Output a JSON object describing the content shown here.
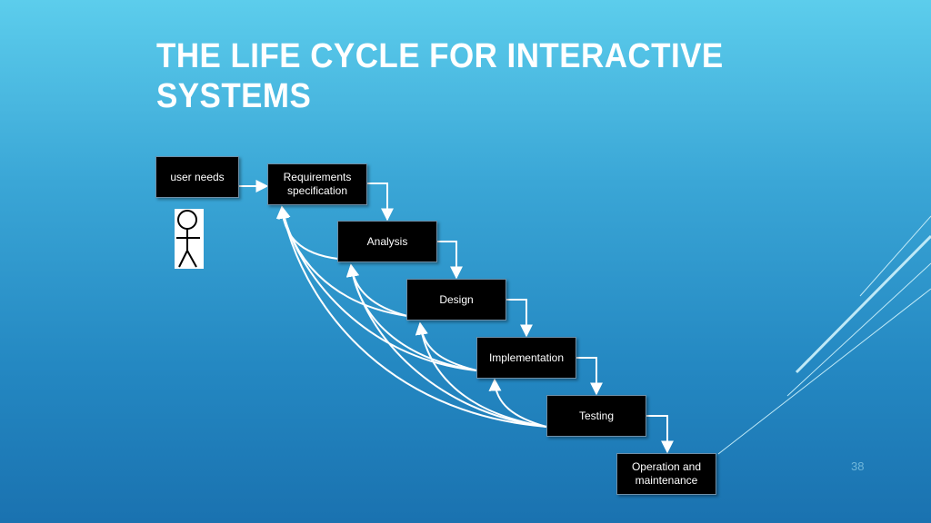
{
  "slide": {
    "title_line1": "THE LIFE CYCLE FOR INTERACTIVE",
    "title_line2": "SYSTEMS",
    "page_number": "38"
  },
  "diagram": {
    "user_needs": "user needs",
    "stages": [
      {
        "line1": "Requirements",
        "line2": "specification"
      },
      {
        "line1": "Analysis",
        "line2": ""
      },
      {
        "line1": "Design",
        "line2": ""
      },
      {
        "line1": "Implementation",
        "line2": ""
      },
      {
        "line1": "Testing",
        "line2": ""
      },
      {
        "line1": "Operation and",
        "line2": "maintenance"
      }
    ]
  },
  "colors": {
    "background_top": "#5ccdec",
    "background_bottom": "#1a72b0",
    "box_fill": "#000000",
    "text": "#ffffff"
  }
}
